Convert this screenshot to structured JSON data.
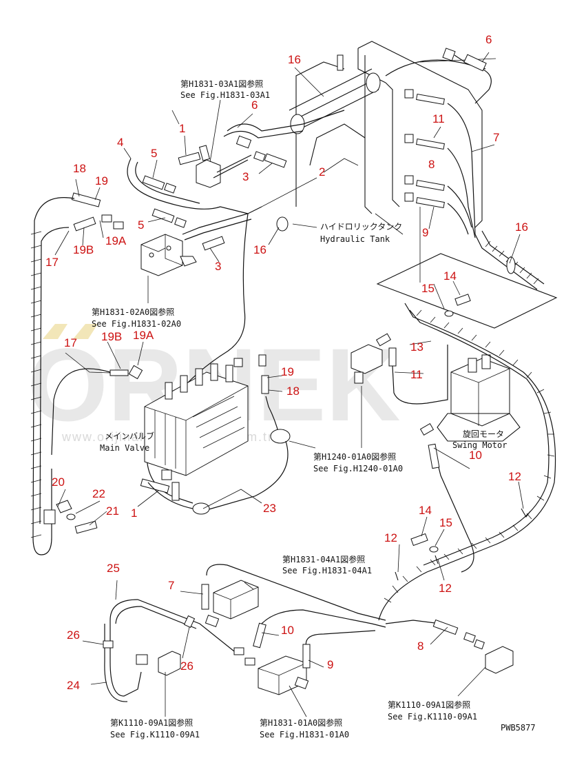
{
  "watermark": {
    "logo_text": "ORNEK",
    "url_text": "www.orijinalismakinalari.com.tr",
    "color": "#e8e8e8",
    "accent_color": "#f2e6b8"
  },
  "drawing_code": "PWB5877",
  "labels": {
    "hydraulic_tank_jp": "ハイドロリックタンク",
    "hydraulic_tank_en": "Hydraulic Tank",
    "main_valve_jp": "メインバルブ",
    "main_valve_en": "Main Valve",
    "swing_motor_jp": "旋回モータ",
    "swing_motor_en": "Swing Motor"
  },
  "references": {
    "h1831_03a1_jp": "第H1831-03A1図参照",
    "h1831_03a1_en": "See Fig.H1831-03A1",
    "h1831_02a0_jp": "第H1831-02A0図参照",
    "h1831_02a0_en": "See Fig.H1831-02A0",
    "h1240_01a0_jp": "第H1240-01A0図参照",
    "h1240_01a0_en": "See Fig.H1240-01A0",
    "h1831_04a1_jp": "第H1831-04A1図参照",
    "h1831_04a1_en": "See Fig.H1831-04A1",
    "k1110_09a1_left_jp": "第K1110-09A1図参照",
    "k1110_09a1_left_en": "See Fig.K1110-09A1",
    "h1831_01a0_jp": "第H1831-01A0図参照",
    "h1831_01a0_en": "See Fig.H1831-01A0",
    "k1110_09a1_right_jp": "第K1110-09A1図参照",
    "k1110_09a1_right_en": "See Fig.K1110-09A1"
  },
  "callouts": {
    "c6_top": "6",
    "c16_top": "16",
    "c6_mid": "6",
    "c1_top": "1",
    "c11_top": "11",
    "c7_top": "7",
    "c4": "4",
    "c5_top": "5",
    "c8_top": "8",
    "c18_top": "18",
    "c19_top": "19",
    "c2": "2",
    "c3_top": "3",
    "c5_mid": "5",
    "c19b_top": "19B",
    "c19a_top": "19A",
    "c17_top": "17",
    "c16_mid": "16",
    "c3_mid": "3",
    "c9_top": "9",
    "c16_right": "16",
    "c15_top": "15",
    "c14_top": "14",
    "c17_mid": "17",
    "c19b_mid": "19B",
    "c19a_mid": "19A",
    "c13": "13",
    "c11_mid": "11",
    "c19_mid": "19",
    "c18_mid": "18",
    "c10_mid": "10",
    "c12_right": "12",
    "c20": "20",
    "c22": "22",
    "c21": "21",
    "c1_mid": "1",
    "c23": "23",
    "c14_mid": "14",
    "c15_mid": "15",
    "c12_mid": "12",
    "c12_low": "12",
    "c25": "25",
    "c7_low": "7",
    "c10_low": "10",
    "c8_low": "8",
    "c26_left": "26",
    "c26_mid": "26",
    "c9_low": "9",
    "c24": "24"
  }
}
